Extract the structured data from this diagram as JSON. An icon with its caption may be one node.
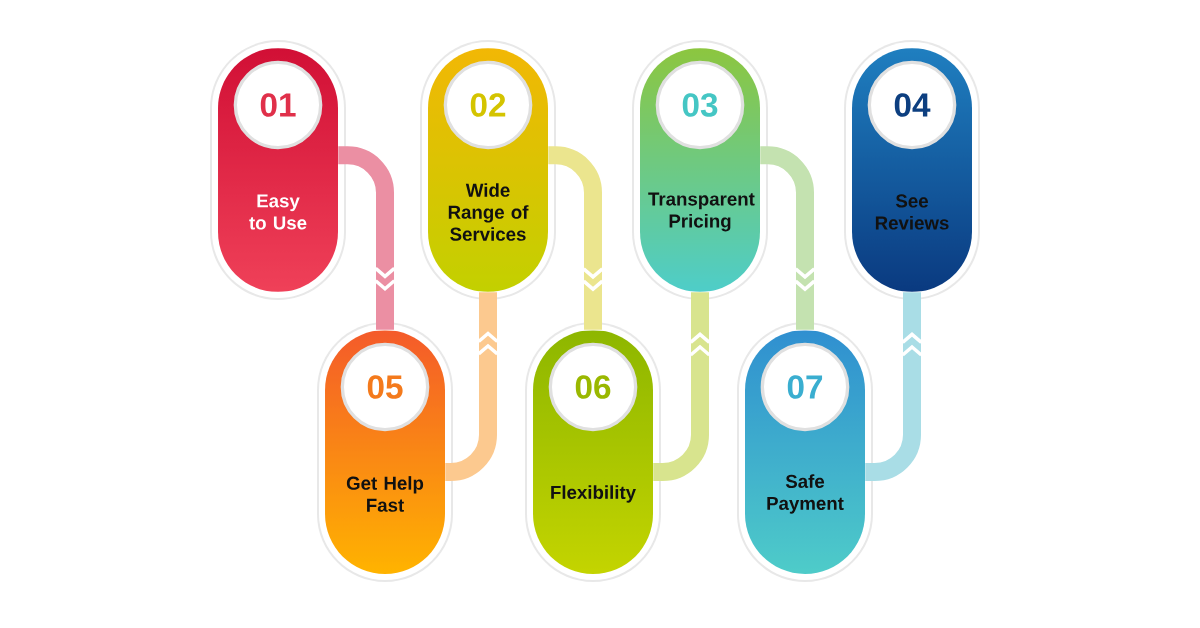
{
  "diagram": {
    "nodes": [
      {
        "text": [
          "01",
          "Easy to Use"
        ]
      },
      {
        "text": [
          "02",
          "Wide Range of Services"
        ]
      },
      {
        "text": [
          "03",
          "Transparent Pricing"
        ]
      },
      {
        "text": [
          "04",
          "See Reviews"
        ]
      },
      {
        "text": [
          "05",
          "Get Help Fast"
        ]
      },
      {
        "text": [
          "06",
          "Flexibility"
        ]
      },
      {
        "text": [
          "07",
          "Safe Payment"
        ]
      }
    ],
    "edges": [
      {
        "from": 0,
        "to": 4,
        "arrow": "to",
        "color": "#eb8fa3"
      },
      {
        "from": 4,
        "to": 1,
        "arrow": "to",
        "color": "#fcc98f"
      },
      {
        "from": 1,
        "to": 5,
        "arrow": "to",
        "color": "#ebe58e"
      },
      {
        "from": 5,
        "to": 2,
        "arrow": "to",
        "color": "#d8e48e"
      },
      {
        "from": 2,
        "to": 6,
        "arrow": "to",
        "color": "#c4e2b0"
      },
      {
        "from": 6,
        "to": 3,
        "arrow": "to",
        "color": "#a9dde6"
      }
    ]
  }
}
